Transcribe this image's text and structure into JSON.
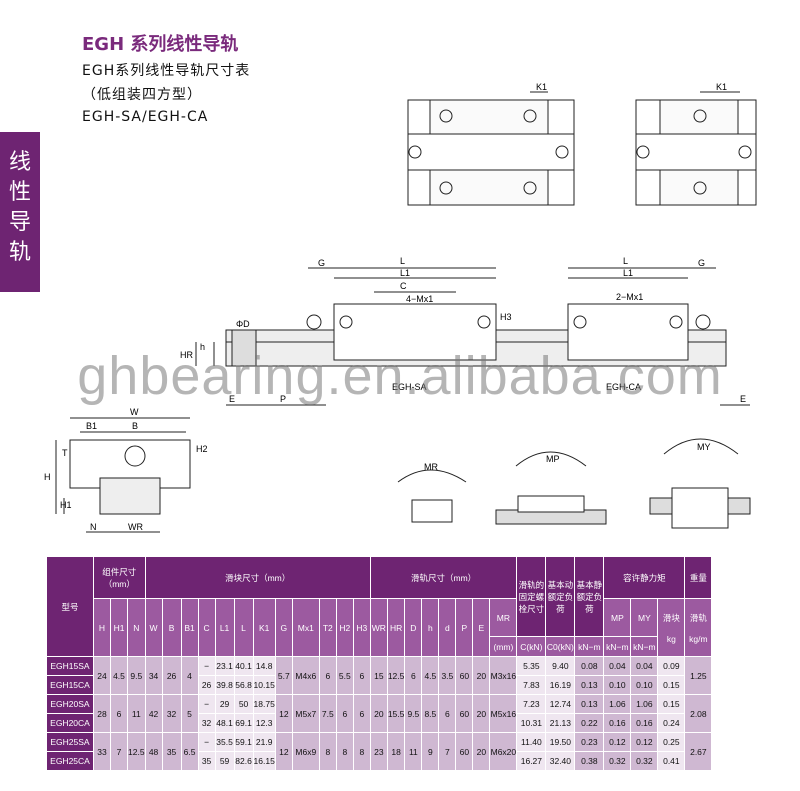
{
  "header": {
    "title": "EGH 系列线性导轨",
    "subtitle": "EGH系列线性导轨尺寸表",
    "type_note": "（低组装四方型）",
    "models": "EGH-SA/EGH-CA"
  },
  "side_tab": {
    "chars": [
      "线",
      "性",
      "导",
      "轨"
    ]
  },
  "watermark": "ghbearing.en.alibaba.com",
  "drawing_labels": {
    "k1": "K1",
    "g": "G",
    "l": "L",
    "l1": "L1",
    "c": "C",
    "mx1_4": "4−Mx1",
    "mx1_2": "2−Mx1",
    "h3": "H3",
    "phi_d": "ΦD",
    "hr": "HR",
    "h": "h",
    "e": "E",
    "p": "P",
    "egh_sa": "EGH-SA",
    "egh_ca": "EGH-CA",
    "w": "W",
    "b1": "B1",
    "b": "B",
    "t": "T",
    "h2": "H2",
    "h_cap": "H",
    "h1": "H1",
    "n": "N",
    "wr": "WR",
    "mr": "MR",
    "mp": "MP",
    "my": "MY"
  },
  "table": {
    "model_header": "型号",
    "group_headers": {
      "assembly": "组件尺寸（mm）",
      "block": "滑块尺寸（mm）",
      "rail": "滑轨尺寸（mm）",
      "bolt": "滑轨的固定螺栓尺寸",
      "dyn": "基本动额定负荷",
      "stat": "基本静额定负荷",
      "moment": "容许静力矩",
      "weight": "重量"
    },
    "columns": [
      "H",
      "H1",
      "N",
      "W",
      "B",
      "B1",
      "C",
      "L1",
      "L",
      "K1",
      "G",
      "Mx1",
      "T2",
      "H2",
      "H3",
      "WR",
      "HR",
      "D",
      "h",
      "d",
      "P",
      "E",
      "(mm)",
      "C(kN)",
      "C0(kN)",
      "MR",
      "MP",
      "MY",
      "滑块",
      "滑轨"
    ],
    "unit_row": {
      "moment": [
        "kN−m",
        "kN−m",
        "kN−m"
      ],
      "block": "kg",
      "rail": "kg/m"
    },
    "groups": [
      {
        "rows": [
          {
            "model": "EGH15SA",
            "C": "−",
            "L1": "23.1",
            "L": "40.1",
            "K1": "14.8",
            "Cdyn": "5.35",
            "C0": "9.40",
            "MR": "0.08",
            "MP": "0.04",
            "MY": "0.04",
            "wt": "0.09"
          },
          {
            "model": "EGH15CA",
            "C": "26",
            "L1": "39.8",
            "L": "56.8",
            "K1": "10.15",
            "Cdyn": "7.83",
            "C0": "16.19",
            "MR": "0.13",
            "MP": "0.10",
            "MY": "0.10",
            "wt": "0.15"
          }
        ],
        "shared": {
          "H": "24",
          "H1": "4.5",
          "N": "9.5",
          "W": "34",
          "B": "26",
          "B1": "4",
          "G": "5.7",
          "Mx1": "M4x6",
          "T2": "6",
          "H2": "5.5",
          "H3": "6",
          "WR": "15",
          "HR": "12.5",
          "D": "6",
          "h": "4.5",
          "d": "3.5",
          "P": "60",
          "E": "20",
          "bolt": "M3x16",
          "rail_wt": "1.25"
        }
      },
      {
        "rows": [
          {
            "model": "EGH20SA",
            "C": "−",
            "L1": "29",
            "L": "50",
            "K1": "18.75",
            "Cdyn": "7.23",
            "C0": "12.74",
            "MR": "0.13",
            "MP": "1.06",
            "MY": "1.06",
            "wt": "0.15"
          },
          {
            "model": "EGH20CA",
            "C": "32",
            "L1": "48.1",
            "L": "69.1",
            "K1": "12.3",
            "Cdyn": "10.31",
            "C0": "21.13",
            "MR": "0.22",
            "MP": "0.16",
            "MY": "0.16",
            "wt": "0.24"
          }
        ],
        "shared": {
          "H": "28",
          "H1": "6",
          "N": "11",
          "W": "42",
          "B": "32",
          "B1": "5",
          "G": "12",
          "Mx1": "M5x7",
          "T2": "7.5",
          "H2": "6",
          "H3": "6",
          "WR": "20",
          "HR": "15.5",
          "D": "9.5",
          "h": "8.5",
          "d": "6",
          "P": "60",
          "E": "20",
          "bolt": "M5x16",
          "rail_wt": "2.08"
        }
      },
      {
        "rows": [
          {
            "model": "EGH25SA",
            "C": "−",
            "L1": "35.5",
            "L": "59.1",
            "K1": "21.9",
            "Cdyn": "11.40",
            "C0": "19.50",
            "MR": "0.23",
            "MP": "0.12",
            "MY": "0.12",
            "wt": "0.25"
          },
          {
            "model": "EGH25CA",
            "C": "35",
            "L1": "59",
            "L": "82.6",
            "K1": "16.15",
            "Cdyn": "16.27",
            "C0": "32.40",
            "MR": "0.38",
            "MP": "0.32",
            "MY": "0.32",
            "wt": "0.41"
          }
        ],
        "shared": {
          "H": "33",
          "H1": "7",
          "N": "12.5",
          "W": "48",
          "B": "35",
          "B1": "6.5",
          "G": "12",
          "Mx1": "M6x9",
          "T2": "8",
          "H2": "8",
          "H3": "8",
          "WR": "23",
          "HR": "18",
          "D": "11",
          "h": "9",
          "d": "7",
          "P": "60",
          "E": "20",
          "bolt": "M6x20",
          "rail_wt": "2.67"
        }
      }
    ]
  },
  "colors": {
    "brand": "#6e2472",
    "header_light": "#9c5aa0",
    "cell_mid": "#cfb8d2",
    "cell_light": "#efe6f0"
  }
}
